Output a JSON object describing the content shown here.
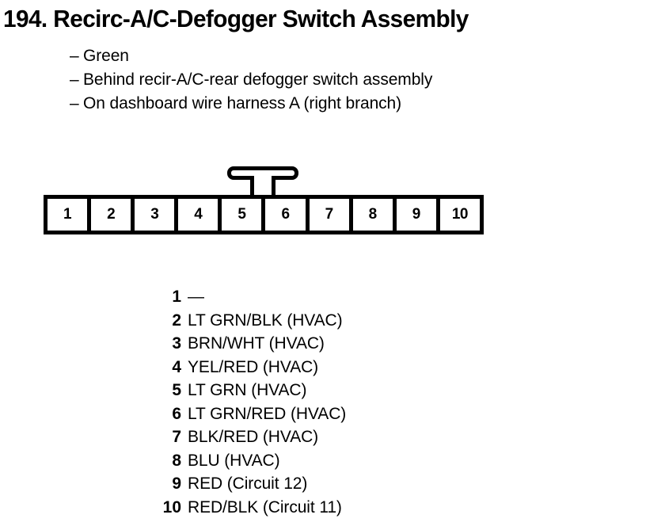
{
  "document": {
    "title": "194. Recirc-A/C-Defogger Switch Assembly",
    "number": "194.",
    "name": "Recirc-A/C-Defogger Switch Assembly"
  },
  "notes": {
    "dash": "–",
    "items": [
      "Green",
      "Behind recir-A/C-rear defogger switch assembly",
      "On dashboard wire harness A (right branch)"
    ]
  },
  "connector": {
    "latch_name": "locking-tab",
    "pin_count": 10,
    "cells": [
      "1",
      "2",
      "3",
      "4",
      "5",
      "6",
      "7",
      "8",
      "9",
      "10"
    ]
  },
  "pin_legend": {
    "rows": [
      {
        "pin": "1",
        "wire": "—"
      },
      {
        "pin": "2",
        "wire": "LT GRN/BLK (HVAC)"
      },
      {
        "pin": "3",
        "wire": "BRN/WHT (HVAC)"
      },
      {
        "pin": "4",
        "wire": "YEL/RED (HVAC)"
      },
      {
        "pin": "5",
        "wire": "LT GRN (HVAC)"
      },
      {
        "pin": "6",
        "wire": "LT GRN/RED (HVAC)"
      },
      {
        "pin": "7",
        "wire": "BLK/RED (HVAC)"
      },
      {
        "pin": "8",
        "wire": "BLU (HVAC)"
      },
      {
        "pin": "9",
        "wire": "RED (Circuit 12)"
      },
      {
        "pin": "10",
        "wire": "RED/BLK (Circuit 11)"
      }
    ]
  },
  "colors": {
    "ink": "#000000",
    "paper": "#ffffff"
  }
}
